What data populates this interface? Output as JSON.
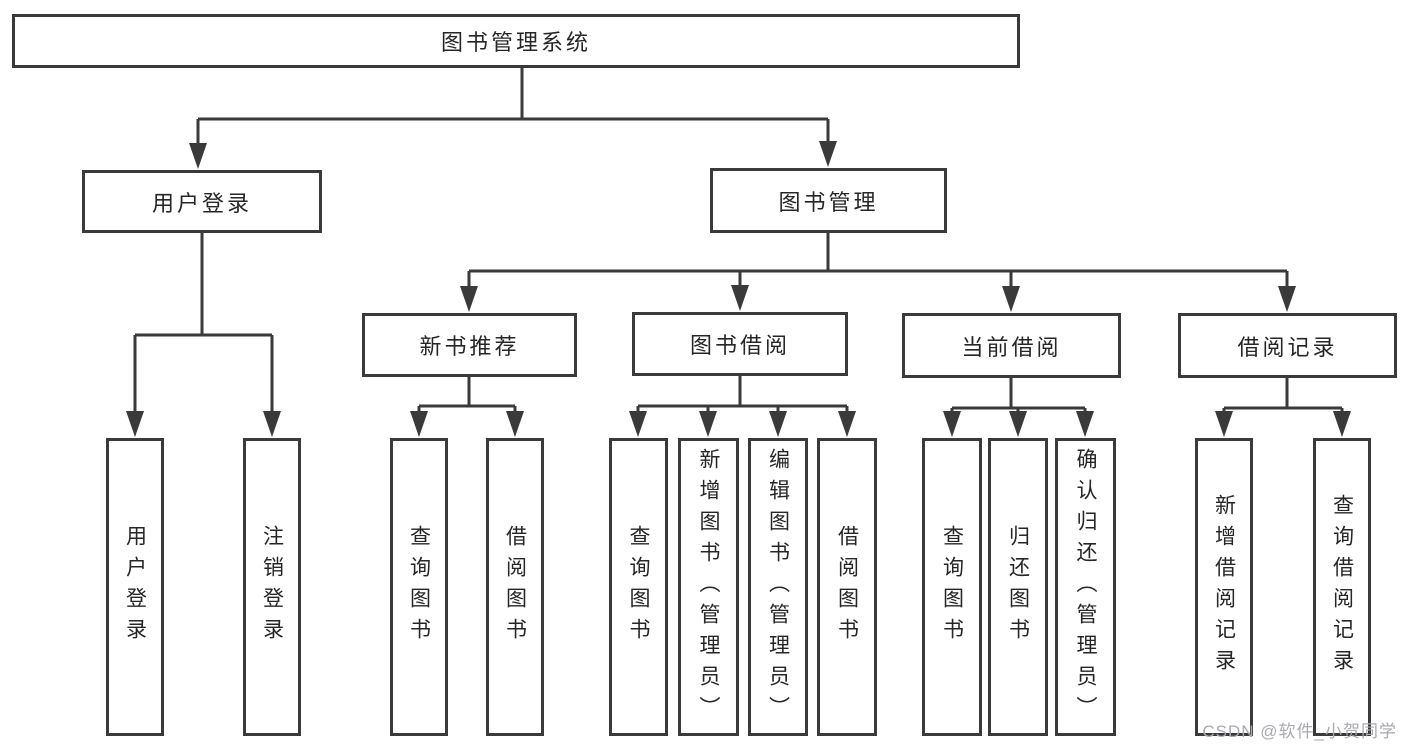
{
  "tree": {
    "label": "图书管理系统",
    "children": [
      {
        "label": "用户登录",
        "children": [
          {
            "label": "用户登录"
          },
          {
            "label": "注销登录"
          }
        ]
      },
      {
        "label": "图书管理",
        "children": [
          {
            "label": "新书推荐",
            "children": [
              {
                "label": "查询图书"
              },
              {
                "label": "借阅图书"
              }
            ]
          },
          {
            "label": "图书借阅",
            "children": [
              {
                "label": "查询图书"
              },
              {
                "label": "新增图书（管理员）"
              },
              {
                "label": "编辑图书（管理员）"
              },
              {
                "label": "借阅图书"
              }
            ]
          },
          {
            "label": "当前借阅",
            "children": [
              {
                "label": "查询图书"
              },
              {
                "label": "归还图书"
              },
              {
                "label": "确认归还（管理员）"
              }
            ]
          },
          {
            "label": "借阅记录",
            "children": [
              {
                "label": "新增借阅记录"
              },
              {
                "label": "查询借阅记录"
              }
            ]
          }
        ]
      }
    ]
  },
  "watermark": {
    "text": "CSDN @软件_小贺同学"
  },
  "colors": {
    "line": "#3a3a3a",
    "box_border": "#3a3a3a",
    "text": "#262626",
    "watermark": "#a9a9b2",
    "background": "#ffffff"
  }
}
